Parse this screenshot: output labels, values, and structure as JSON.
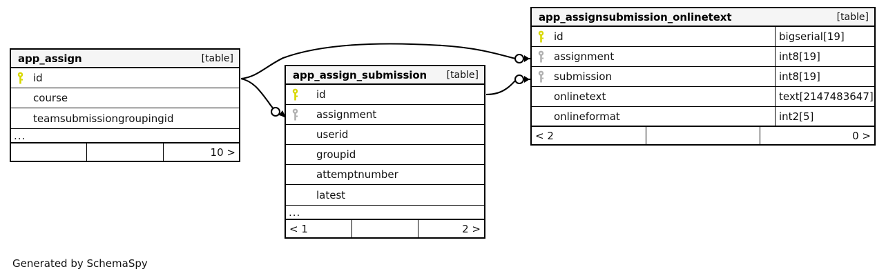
{
  "diagram": {
    "generator_credit": "Generated by SchemaSpy",
    "table_tag": "[table]",
    "ellipsis": "...",
    "icons": {
      "primary_key": "key-icon-primary",
      "foreign_key": "key-icon-foreign"
    },
    "colors": {
      "primary_key": "#d8d800",
      "foreign_key": "#b0b0b0",
      "border": "#000000",
      "header_bg": "#f5f5f5",
      "background": "#ffffff",
      "text": "#111111"
    }
  },
  "tables": [
    {
      "id": "app_assign",
      "name": "app_assign",
      "tag": "[table]",
      "columns": [
        {
          "name": "id",
          "key": "primary",
          "type": ""
        },
        {
          "name": "course",
          "key": "none",
          "type": ""
        },
        {
          "name": "teamsubmissiongroupingid",
          "key": "none",
          "type": ""
        }
      ],
      "has_ellipsis": true,
      "ellipsis": "...",
      "footer": {
        "left": "",
        "middle": "",
        "right": "10 >"
      }
    },
    {
      "id": "app_assign_submission",
      "name": "app_assign_submission",
      "tag": "[table]",
      "columns": [
        {
          "name": "id",
          "key": "primary",
          "type": ""
        },
        {
          "name": "assignment",
          "key": "foreign",
          "type": ""
        },
        {
          "name": "userid",
          "key": "none",
          "type": ""
        },
        {
          "name": "groupid",
          "key": "none",
          "type": ""
        },
        {
          "name": "attemptnumber",
          "key": "none",
          "type": ""
        },
        {
          "name": "latest",
          "key": "none",
          "type": ""
        }
      ],
      "has_ellipsis": true,
      "ellipsis": "...",
      "footer": {
        "left": "< 1",
        "middle": "",
        "right": "2 >"
      }
    },
    {
      "id": "app_assignsubmission_onlinetext",
      "name": "app_assignsubmission_onlinetext",
      "tag": "[table]",
      "columns": [
        {
          "name": "id",
          "key": "primary",
          "type": "bigserial[19]"
        },
        {
          "name": "assignment",
          "key": "foreign",
          "type": "int8[19]"
        },
        {
          "name": "submission",
          "key": "foreign",
          "type": "int8[19]"
        },
        {
          "name": "onlinetext",
          "key": "none",
          "type": "text[2147483647]"
        },
        {
          "name": "onlineformat",
          "key": "none",
          "type": "int2[5]"
        }
      ],
      "has_ellipsis": false,
      "ellipsis": "",
      "footer": {
        "left": "< 2",
        "middle": "",
        "right": "0 >"
      }
    }
  ],
  "relationships": [
    {
      "id": "rel-assign-to-onlinetext-assignment",
      "from": "app_assign.id",
      "to": "app_assignsubmission_onlinetext.assignment"
    },
    {
      "id": "rel-assign-to-submission-assignment",
      "from": "app_assign.id",
      "to": "app_assign_submission.assignment"
    },
    {
      "id": "rel-submission-to-onlinetext-submission",
      "from": "app_assign_submission.id",
      "to": "app_assignsubmission_onlinetext.submission"
    }
  ]
}
